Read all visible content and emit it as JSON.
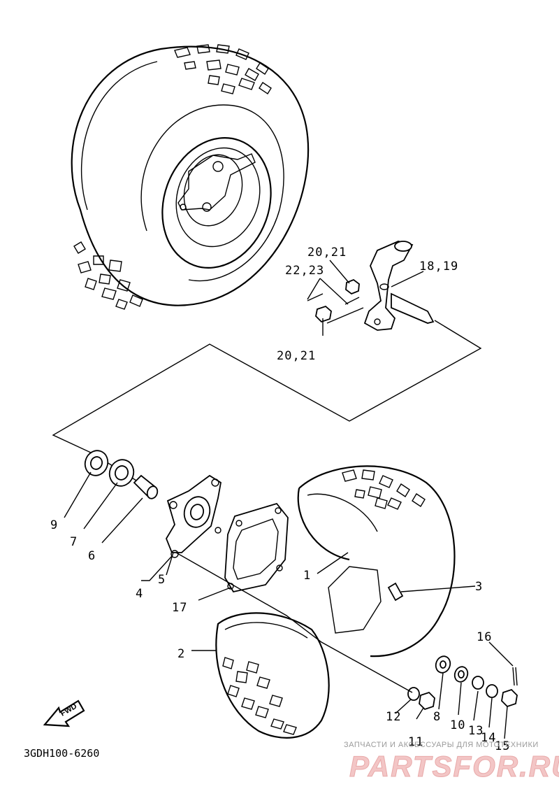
{
  "diagram_code": "3GDH100-6260",
  "fwd_label": "FWD",
  "callouts": [
    {
      "id": "c1",
      "label": "1"
    },
    {
      "id": "c2",
      "label": "2"
    },
    {
      "id": "c3",
      "label": "3"
    },
    {
      "id": "c4",
      "label": "4"
    },
    {
      "id": "c5",
      "label": "5"
    },
    {
      "id": "c6",
      "label": "6"
    },
    {
      "id": "c7",
      "label": "7"
    },
    {
      "id": "c8",
      "label": "8"
    },
    {
      "id": "c9",
      "label": "9"
    },
    {
      "id": "c10",
      "label": "10"
    },
    {
      "id": "c11",
      "label": "11"
    },
    {
      "id": "c12",
      "label": "12"
    },
    {
      "id": "c13",
      "label": "13"
    },
    {
      "id": "c14",
      "label": "14"
    },
    {
      "id": "c15",
      "label": "15"
    },
    {
      "id": "c16",
      "label": "16"
    },
    {
      "id": "c17",
      "label": "17"
    },
    {
      "id": "c1819",
      "label": "18,19"
    },
    {
      "id": "c2021a",
      "label": "20,21"
    },
    {
      "id": "c2021b",
      "label": "20,21"
    },
    {
      "id": "c2223",
      "label": "22,23"
    }
  ],
  "watermark": {
    "tagline": "ЗАПЧАСТИ И АКСЕССУАРЫ ДЛЯ МОТОТЕХНИКИ",
    "brand": "PARTSFOR.RU"
  },
  "colors": {
    "ink": "#000000",
    "watermark": "#e8a9a9",
    "background": "#ffffff"
  }
}
